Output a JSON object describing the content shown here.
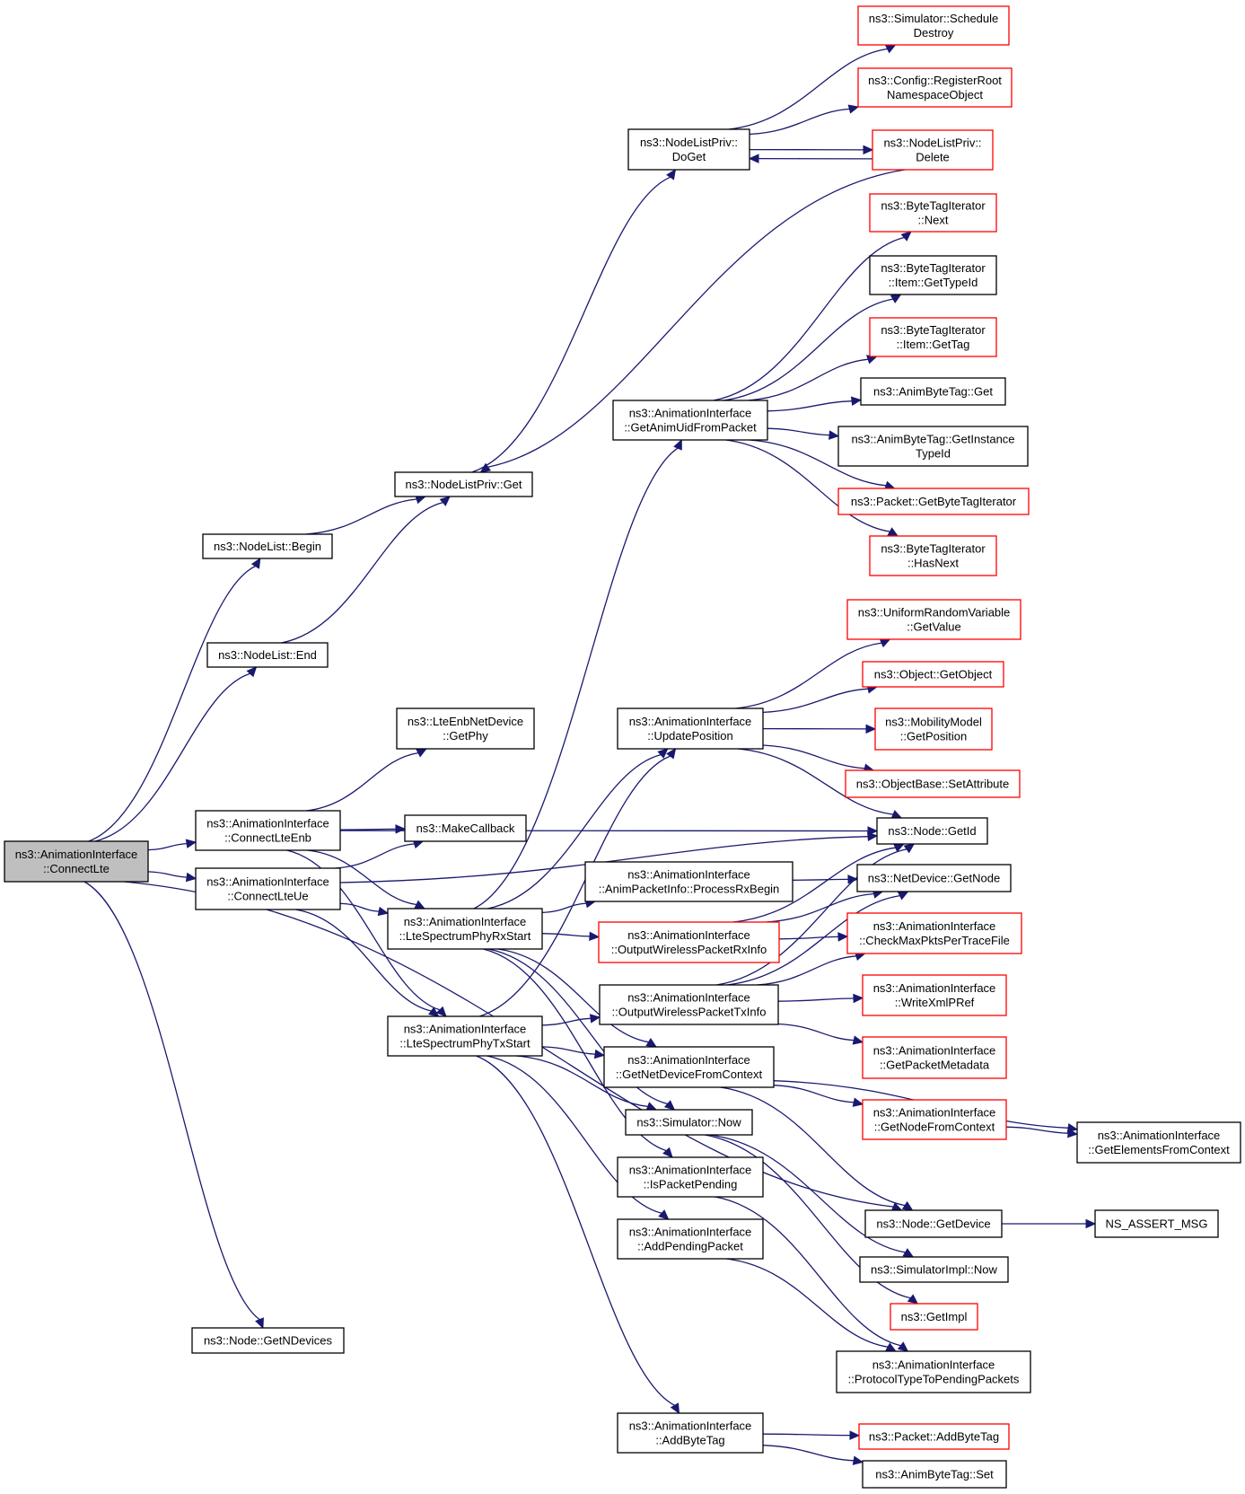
{
  "colors": {
    "edge": "#191970",
    "normal_border": "#000000",
    "incomplete_border": "#ff0000",
    "root_fill": "#bfbfbf"
  },
  "nodes": [
    {
      "id": "root",
      "lines": [
        "ns3::AnimationInterface",
        "::ConnectLte"
      ],
      "style": "root"
    },
    {
      "id": "nl_begin",
      "lines": [
        "ns3::NodeList::Begin"
      ],
      "style": "normal"
    },
    {
      "id": "nl_end",
      "lines": [
        "ns3::NodeList::End"
      ],
      "style": "normal"
    },
    {
      "id": "nlp_get",
      "lines": [
        "ns3::NodeListPriv::Get"
      ],
      "style": "normal"
    },
    {
      "id": "nlp_doget",
      "lines": [
        "ns3::NodeListPriv::",
        "DoGet"
      ],
      "style": "normal"
    },
    {
      "id": "sim_sched",
      "lines": [
        "ns3::Simulator::Schedule",
        "Destroy"
      ],
      "style": "red"
    },
    {
      "id": "cfg_reg",
      "lines": [
        "ns3::Config::RegisterRoot",
        "NamespaceObject"
      ],
      "style": "red"
    },
    {
      "id": "nlp_delete",
      "lines": [
        "ns3::NodeListPriv::",
        "Delete"
      ],
      "style": "red"
    },
    {
      "id": "bti_next",
      "lines": [
        "ns3::ByteTagIterator",
        "::Next"
      ],
      "style": "red"
    },
    {
      "id": "bti_gettypeid",
      "lines": [
        "ns3::ByteTagIterator",
        "::Item::GetTypeId"
      ],
      "style": "normal"
    },
    {
      "id": "bti_gettag",
      "lines": [
        "ns3::ByteTagIterator",
        "::Item::GetTag"
      ],
      "style": "red"
    },
    {
      "id": "abt_get",
      "lines": [
        "ns3::AnimByteTag::Get"
      ],
      "style": "normal"
    },
    {
      "id": "abt_getinst",
      "lines": [
        "ns3::AnimByteTag::GetInstance",
        "TypeId"
      ],
      "style": "normal"
    },
    {
      "id": "pkt_getbti",
      "lines": [
        "ns3::Packet::GetByteTagIterator"
      ],
      "style": "red"
    },
    {
      "id": "bti_hasnext",
      "lines": [
        "ns3::ByteTagIterator",
        "::HasNext"
      ],
      "style": "red"
    },
    {
      "id": "ai_getanimuid",
      "lines": [
        "ns3::AnimationInterface",
        "::GetAnimUidFromPacket"
      ],
      "style": "normal"
    },
    {
      "id": "urv_getvalue",
      "lines": [
        "ns3::UniformRandomVariable",
        "::GetValue"
      ],
      "style": "red"
    },
    {
      "id": "obj_getobject",
      "lines": [
        "ns3::Object::GetObject"
      ],
      "style": "red"
    },
    {
      "id": "mm_getpos",
      "lines": [
        "ns3::MobilityModel",
        "::GetPosition"
      ],
      "style": "red"
    },
    {
      "id": "ob_setattr",
      "lines": [
        "ns3::ObjectBase::SetAttribute"
      ],
      "style": "red"
    },
    {
      "id": "ai_updatepos",
      "lines": [
        "ns3::AnimationInterface",
        "::UpdatePosition"
      ],
      "style": "normal"
    },
    {
      "id": "lte_getphy",
      "lines": [
        "ns3::LteEnbNetDevice",
        "::GetPhy"
      ],
      "style": "normal"
    },
    {
      "id": "ai_connlteenb",
      "lines": [
        "ns3::AnimationInterface",
        "::ConnectLteEnb"
      ],
      "style": "normal"
    },
    {
      "id": "makecallback",
      "lines": [
        "ns3::MakeCallback"
      ],
      "style": "normal"
    },
    {
      "id": "ai_connlteue",
      "lines": [
        "ns3::AnimationInterface",
        "::ConnectLteUe"
      ],
      "style": "normal"
    },
    {
      "id": "node_getid",
      "lines": [
        "ns3::Node::GetId"
      ],
      "style": "normal"
    },
    {
      "id": "ai_procrxbegin",
      "lines": [
        "ns3::AnimationInterface",
        "::AnimPacketInfo::ProcessRxBegin"
      ],
      "style": "normal"
    },
    {
      "id": "nd_getnode",
      "lines": [
        "ns3::NetDevice::GetNode"
      ],
      "style": "normal"
    },
    {
      "id": "ai_ltephyrx",
      "lines": [
        "ns3::AnimationInterface",
        "::LteSpectrumPhyRxStart"
      ],
      "style": "normal"
    },
    {
      "id": "ai_outrxinfo",
      "lines": [
        "ns3::AnimationInterface",
        "::OutputWirelessPacketRxInfo"
      ],
      "style": "red"
    },
    {
      "id": "ai_checkmax",
      "lines": [
        "ns3::AnimationInterface",
        "::CheckMaxPktsPerTraceFile"
      ],
      "style": "red"
    },
    {
      "id": "ai_outtxinfo",
      "lines": [
        "ns3::AnimationInterface",
        "::OutputWirelessPacketTxInfo"
      ],
      "style": "normal"
    },
    {
      "id": "ai_writexml",
      "lines": [
        "ns3::AnimationInterface",
        "::WriteXmlPRef"
      ],
      "style": "red"
    },
    {
      "id": "ai_ltephytx",
      "lines": [
        "ns3::AnimationInterface",
        "::LteSpectrumPhyTxStart"
      ],
      "style": "normal"
    },
    {
      "id": "ai_getnetdev",
      "lines": [
        "ns3::AnimationInterface",
        "::GetNetDeviceFromContext"
      ],
      "style": "normal"
    },
    {
      "id": "ai_getpktmeta",
      "lines": [
        "ns3::AnimationInterface",
        "::GetPacketMetadata"
      ],
      "style": "red"
    },
    {
      "id": "ai_getnodefc",
      "lines": [
        "ns3::AnimationInterface",
        "::GetNodeFromContext"
      ],
      "style": "red"
    },
    {
      "id": "ai_getelems",
      "lines": [
        "ns3::AnimationInterface",
        "::GetElementsFromContext"
      ],
      "style": "normal"
    },
    {
      "id": "sim_now",
      "lines": [
        "ns3::Simulator::Now"
      ],
      "style": "normal"
    },
    {
      "id": "ai_ispending",
      "lines": [
        "ns3::AnimationInterface",
        "::IsPacketPending"
      ],
      "style": "normal"
    },
    {
      "id": "node_getdevice",
      "lines": [
        "ns3::Node::GetDevice"
      ],
      "style": "normal"
    },
    {
      "id": "ns_assert",
      "lines": [
        "NS_ASSERT_MSG"
      ],
      "style": "normal"
    },
    {
      "id": "ai_addpending",
      "lines": [
        "ns3::AnimationInterface",
        "::AddPendingPacket"
      ],
      "style": "normal"
    },
    {
      "id": "simimpl_now",
      "lines": [
        "ns3::SimulatorImpl::Now"
      ],
      "style": "normal"
    },
    {
      "id": "getimpl",
      "lines": [
        "ns3::GetImpl"
      ],
      "style": "red"
    },
    {
      "id": "ai_proto",
      "lines": [
        "ns3::AnimationInterface",
        "::ProtocolTypeToPendingPackets"
      ],
      "style": "normal"
    },
    {
      "id": "node_getndev",
      "lines": [
        "ns3::Node::GetNDevices"
      ],
      "style": "normal"
    },
    {
      "id": "ai_addbytetag",
      "lines": [
        "ns3::AnimationInterface",
        "::AddByteTag"
      ],
      "style": "normal"
    },
    {
      "id": "pkt_addbytetag",
      "lines": [
        "ns3::Packet::AddByteTag"
      ],
      "style": "red"
    },
    {
      "id": "abt_set",
      "lines": [
        "ns3::AnimByteTag::Set"
      ],
      "style": "normal"
    }
  ],
  "edges": [
    {
      "from": "root",
      "to": "nl_begin"
    },
    {
      "from": "root",
      "to": "nl_end"
    },
    {
      "from": "root",
      "to": "ai_connlteenb"
    },
    {
      "from": "root",
      "to": "ai_connlteue"
    },
    {
      "from": "root",
      "to": "node_getdevice"
    },
    {
      "from": "root",
      "to": "node_getndev"
    },
    {
      "from": "nl_begin",
      "to": "nlp_get"
    },
    {
      "from": "nl_end",
      "to": "nlp_get"
    },
    {
      "from": "nlp_get",
      "to": "nlp_doget"
    },
    {
      "from": "nlp_doget",
      "to": "sim_sched"
    },
    {
      "from": "nlp_doget",
      "to": "cfg_reg"
    },
    {
      "from": "nlp_doget",
      "to": "nlp_delete"
    },
    {
      "from": "nlp_delete",
      "to": "nlp_doget"
    },
    {
      "from": "nlp_delete",
      "to": "nlp_get"
    },
    {
      "from": "ai_getanimuid",
      "to": "bti_next"
    },
    {
      "from": "ai_getanimuid",
      "to": "bti_gettypeid"
    },
    {
      "from": "ai_getanimuid",
      "to": "bti_gettag"
    },
    {
      "from": "ai_getanimuid",
      "to": "abt_get"
    },
    {
      "from": "ai_getanimuid",
      "to": "abt_getinst"
    },
    {
      "from": "ai_getanimuid",
      "to": "pkt_getbti"
    },
    {
      "from": "ai_getanimuid",
      "to": "bti_hasnext"
    },
    {
      "from": "ai_updatepos",
      "to": "urv_getvalue"
    },
    {
      "from": "ai_updatepos",
      "to": "obj_getobject"
    },
    {
      "from": "ai_updatepos",
      "to": "mm_getpos"
    },
    {
      "from": "ai_updatepos",
      "to": "ob_setattr"
    },
    {
      "from": "ai_updatepos",
      "to": "node_getid"
    },
    {
      "from": "ai_connlteenb",
      "to": "lte_getphy"
    },
    {
      "from": "ai_connlteenb",
      "to": "makecallback"
    },
    {
      "from": "ai_connlteenb",
      "to": "node_getid"
    },
    {
      "from": "ai_connlteenb",
      "to": "ai_ltephyrx"
    },
    {
      "from": "ai_connlteenb",
      "to": "ai_ltephytx"
    },
    {
      "from": "ai_connlteue",
      "to": "makecallback"
    },
    {
      "from": "ai_connlteue",
      "to": "node_getid"
    },
    {
      "from": "ai_connlteue",
      "to": "ai_ltephyrx"
    },
    {
      "from": "ai_connlteue",
      "to": "ai_ltephytx"
    },
    {
      "from": "ai_ltephyrx",
      "to": "ai_getanimuid"
    },
    {
      "from": "ai_ltephyrx",
      "to": "ai_updatepos"
    },
    {
      "from": "ai_ltephyrx",
      "to": "ai_procrxbegin"
    },
    {
      "from": "ai_ltephyrx",
      "to": "ai_outrxinfo"
    },
    {
      "from": "ai_ltephyrx",
      "to": "ai_getnetdev"
    },
    {
      "from": "ai_ltephyrx",
      "to": "sim_now"
    },
    {
      "from": "ai_ltephyrx",
      "to": "ai_ispending"
    },
    {
      "from": "ai_ltephytx",
      "to": "ai_updatepos"
    },
    {
      "from": "ai_ltephytx",
      "to": "ai_outtxinfo"
    },
    {
      "from": "ai_ltephytx",
      "to": "ai_getnetdev"
    },
    {
      "from": "ai_ltephytx",
      "to": "sim_now"
    },
    {
      "from": "ai_ltephytx",
      "to": "ai_addpending"
    },
    {
      "from": "ai_ltephytx",
      "to": "ai_addbytetag"
    },
    {
      "from": "ai_procrxbegin",
      "to": "nd_getnode"
    },
    {
      "from": "ai_outrxinfo",
      "to": "node_getid"
    },
    {
      "from": "ai_outrxinfo",
      "to": "nd_getnode"
    },
    {
      "from": "ai_outrxinfo",
      "to": "ai_checkmax"
    },
    {
      "from": "ai_outtxinfo",
      "to": "node_getid"
    },
    {
      "from": "ai_outtxinfo",
      "to": "nd_getnode"
    },
    {
      "from": "ai_outtxinfo",
      "to": "ai_checkmax"
    },
    {
      "from": "ai_outtxinfo",
      "to": "ai_writexml"
    },
    {
      "from": "ai_outtxinfo",
      "to": "ai_getpktmeta"
    },
    {
      "from": "ai_getnetdev",
      "to": "ai_getnodefc"
    },
    {
      "from": "ai_getnetdev",
      "to": "ai_getelems"
    },
    {
      "from": "ai_getnetdev",
      "to": "node_getdevice"
    },
    {
      "from": "ai_getnodefc",
      "to": "ai_getelems"
    },
    {
      "from": "sim_now",
      "to": "simimpl_now"
    },
    {
      "from": "sim_now",
      "to": "getimpl"
    },
    {
      "from": "ai_ispending",
      "to": "ai_proto"
    },
    {
      "from": "ai_addpending",
      "to": "ai_proto"
    },
    {
      "from": "node_getdevice",
      "to": "ns_assert"
    },
    {
      "from": "ai_addbytetag",
      "to": "pkt_addbytetag"
    },
    {
      "from": "ai_addbytetag",
      "to": "abt_set"
    }
  ]
}
